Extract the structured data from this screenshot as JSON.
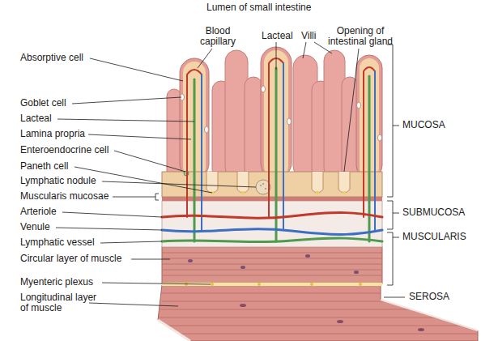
{
  "diagram": {
    "labels": [
      "Lumen of small intestine",
      "Blood capillary",
      "Lacteal",
      "Villi",
      "Opening of intestinal gland",
      "Absorptive cell",
      "Goblet cell",
      "Lacteal",
      "Lamina propria",
      "Enteroendocrine cell",
      "Paneth cell",
      "Lymphatic nodule",
      "Muscularis mucosae",
      "Arteriole",
      "Venule",
      "Lymphatic vessel",
      "Circular layer of muscle",
      "Myenteric plexus",
      "Longitudinal layer of muscle",
      "MUCOSA",
      "SUBMUCOSA",
      "MUSCULARIS",
      "SEROSA"
    ]
  }
}
